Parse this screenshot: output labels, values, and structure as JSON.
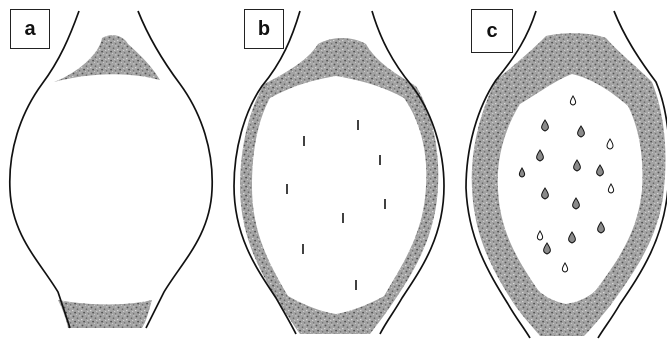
{
  "panels": [
    {
      "id": "a",
      "label": "a"
    },
    {
      "id": "b",
      "label": "b"
    },
    {
      "id": "c",
      "label": "c"
    }
  ],
  "colors": {
    "outline": "#111111",
    "stipple_fill": "#9a9a9a",
    "stipple_dark": "#555555",
    "background": "#ffffff"
  }
}
